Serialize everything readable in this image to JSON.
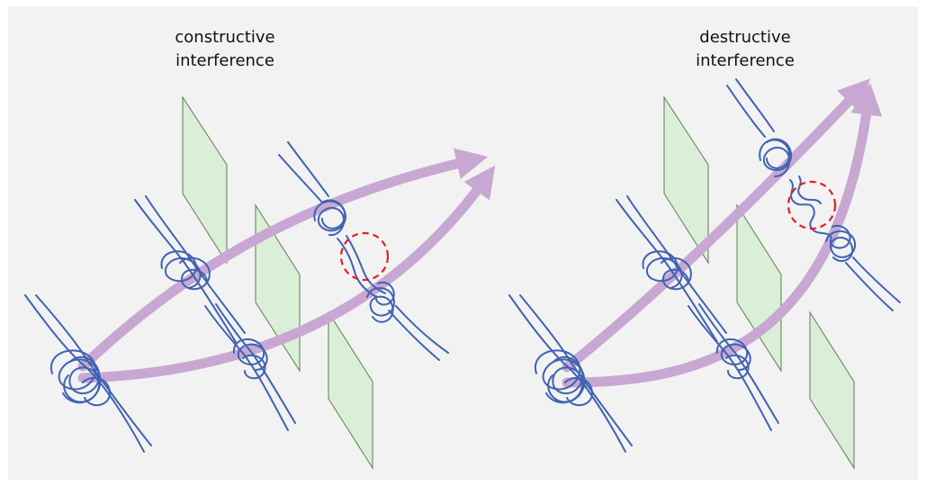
{
  "panels": {
    "left": {
      "title_line1": "constructive",
      "title_line2": "interference"
    },
    "right": {
      "title_line1": "destructive",
      "title_line2": "interference"
    }
  },
  "colors": {
    "background": "#f2f2f2",
    "path_arrow": "#c9a7d3",
    "strand": "#3f63b2",
    "plane_fill": "#dbeed8",
    "plane_stroke": "#5c7e4e",
    "highlight_circle": "#e02020"
  }
}
